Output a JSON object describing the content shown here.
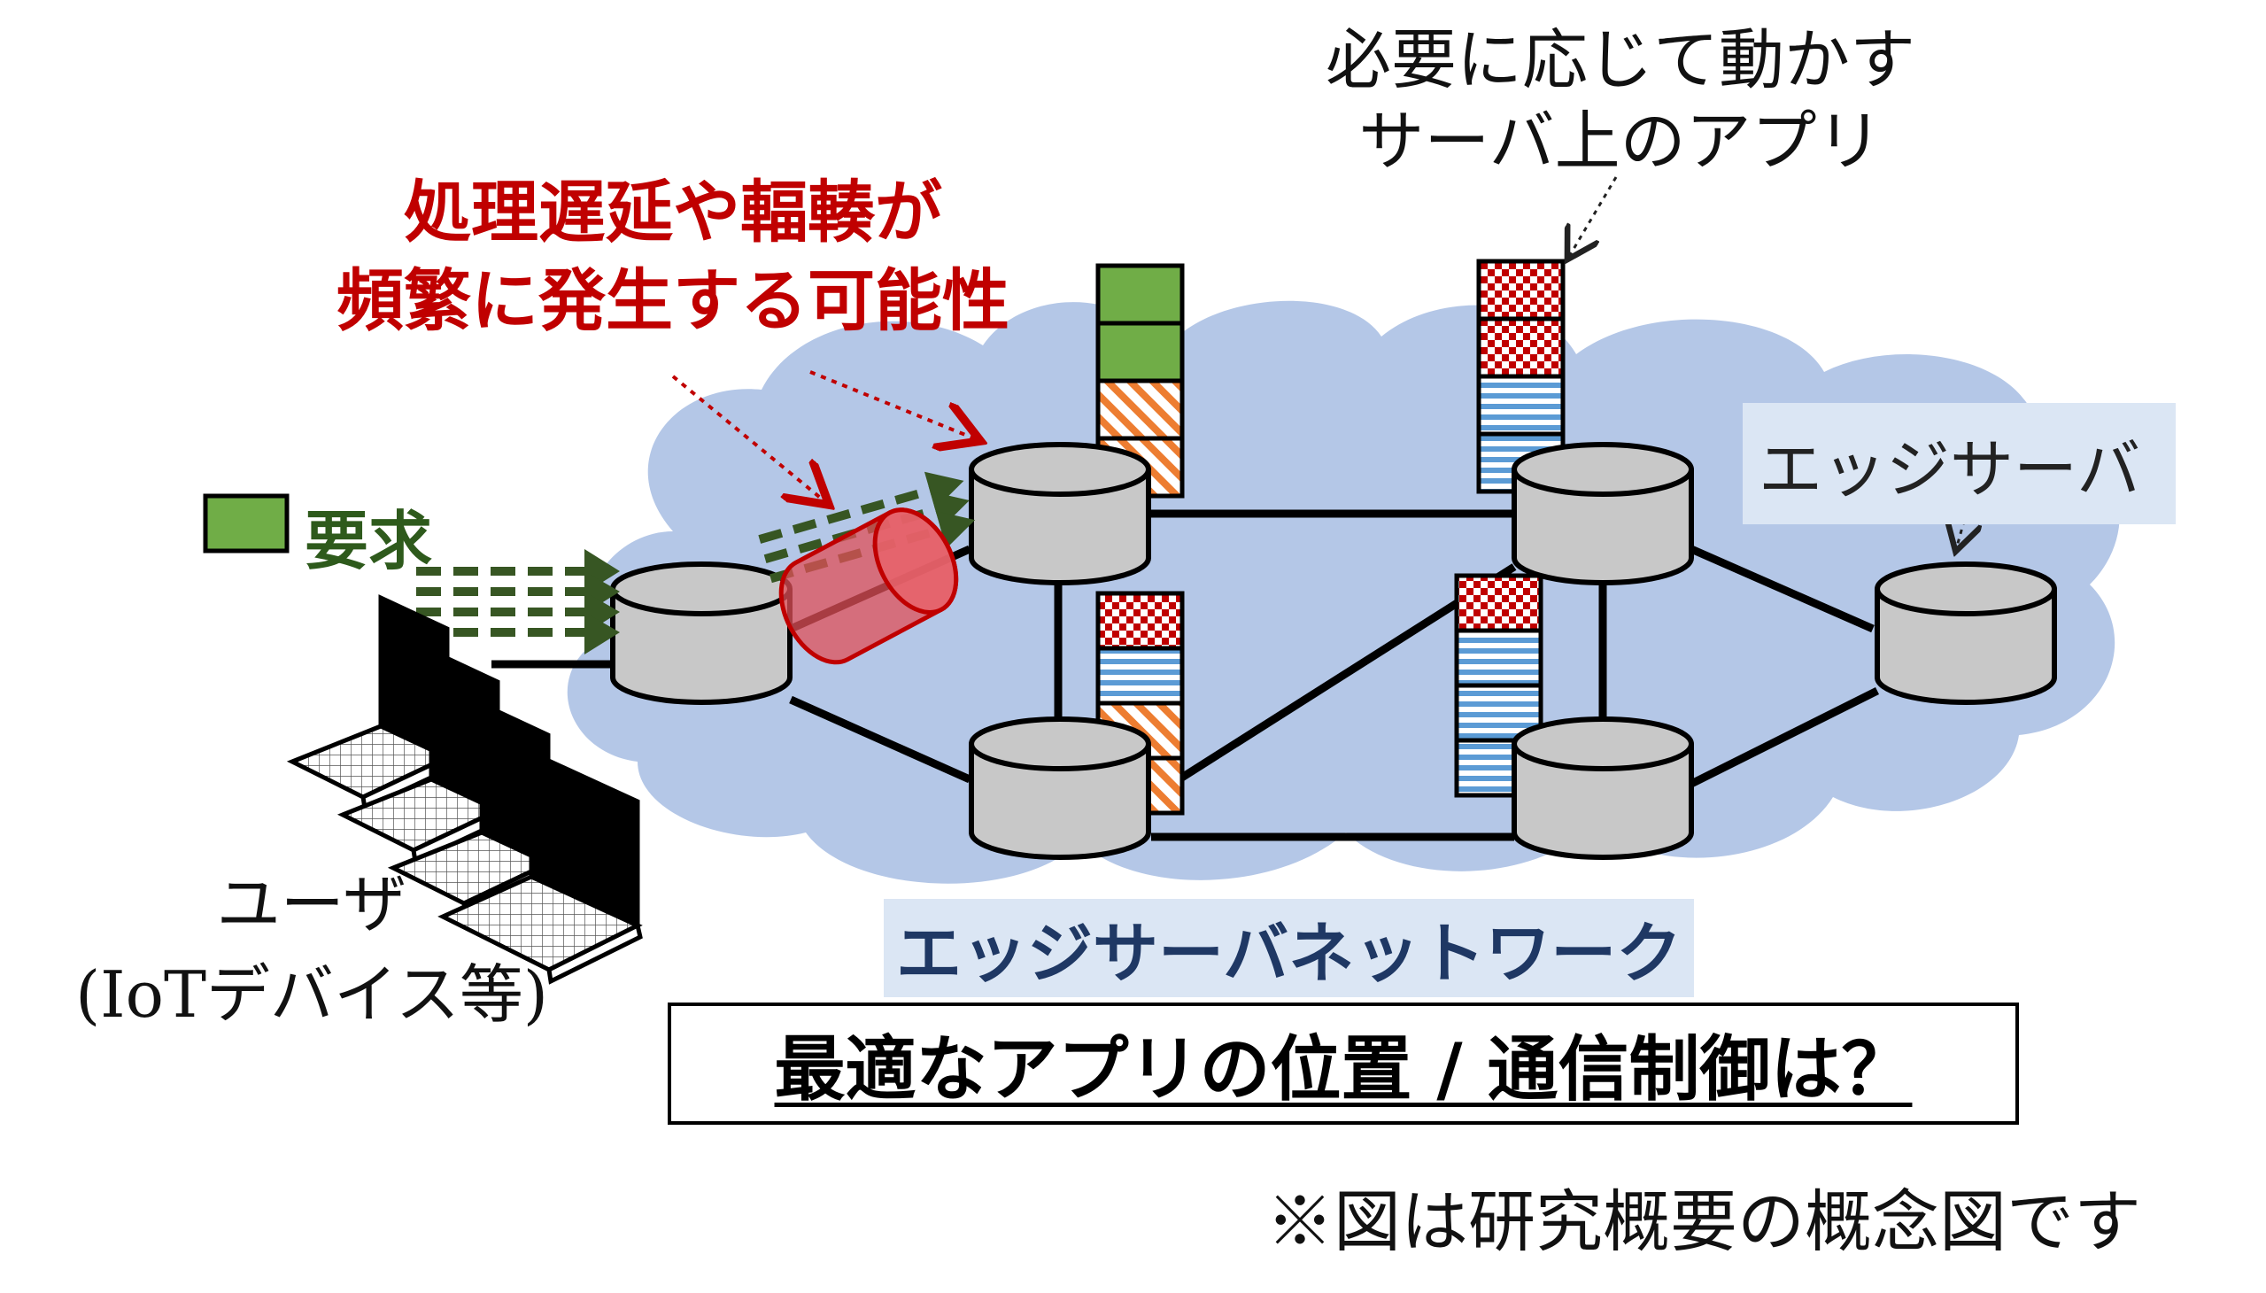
{
  "annotations": {
    "apps": [
      "必要に応じて動かす",
      "サーバ上のアプリ"
    ],
    "delay": [
      "処理遅延や輻輳が",
      "頻繁に発生する可能性"
    ]
  },
  "legend": {
    "request_label": "要求",
    "request_color": "#70ad47"
  },
  "labels": {
    "edge_server": "エッジサーバ",
    "network": "エッジサーバネットワーク",
    "user": [
      "ユーザ",
      "(IoTデバイス等)"
    ]
  },
  "question": "最適なアプリの位置 / 通信制御は？",
  "footnote": "※図は研究概要の概念図です",
  "colors": {
    "cloud": "#b4c7e7",
    "server": "#c8c8c8",
    "app_green": "#70ad47",
    "app_orange": "#f4b183",
    "app_checker": "#c00000",
    "app_stripe": "#5b9bd5",
    "alert": "#c00000",
    "network_text": "#1f3864"
  },
  "app_stacks": [
    [
      "green",
      "green",
      "orange",
      "orange"
    ],
    [
      "checker",
      "checker",
      "stripe",
      "stripe"
    ],
    [
      "checker",
      "stripe",
      "orange",
      "orange"
    ],
    [
      "checker",
      "stripe",
      "stripe",
      "stripe"
    ]
  ]
}
